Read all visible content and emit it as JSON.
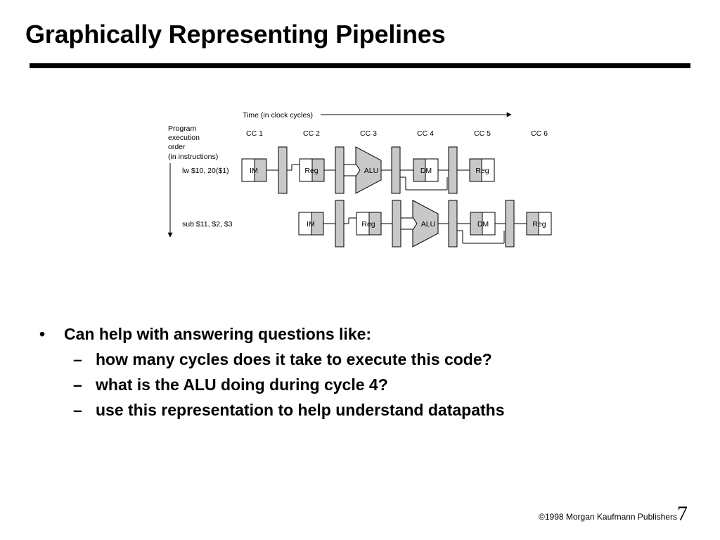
{
  "slide": {
    "title": "Graphically Representing Pipelines",
    "footer": "©1998 Morgan Kaufmann Publishers",
    "page_number": "7"
  },
  "diagram": {
    "time_label": "Time (in clock cycles)",
    "order_label": [
      "Program",
      "execution",
      "order",
      "(in instructions)"
    ],
    "cycles": [
      "CC 1",
      "CC 2",
      "CC 3",
      "CC 4",
      "CC 5",
      "CC 6"
    ],
    "instructions": [
      {
        "label": "lw $10, 20($1)",
        "stages": [
          "IM",
          "Reg",
          "ALU",
          "DM",
          "Reg"
        ]
      },
      {
        "label": "sub $11, $2, $3",
        "stages": [
          "IM",
          "Reg",
          "ALU",
          "DM",
          "Reg"
        ]
      }
    ],
    "colors": {
      "shade": "#c8c8c8",
      "line": "#000000"
    }
  },
  "bullets": [
    {
      "level": 1,
      "marker": "•",
      "text": "Can help with answering questions like:"
    },
    {
      "level": 2,
      "marker": "–",
      "text": "how many cycles does it take to execute this code?"
    },
    {
      "level": 2,
      "marker": "–",
      "text": "what is the ALU doing during cycle 4?"
    },
    {
      "level": 2,
      "marker": "–",
      "text": "use this representation to help understand datapaths"
    }
  ]
}
